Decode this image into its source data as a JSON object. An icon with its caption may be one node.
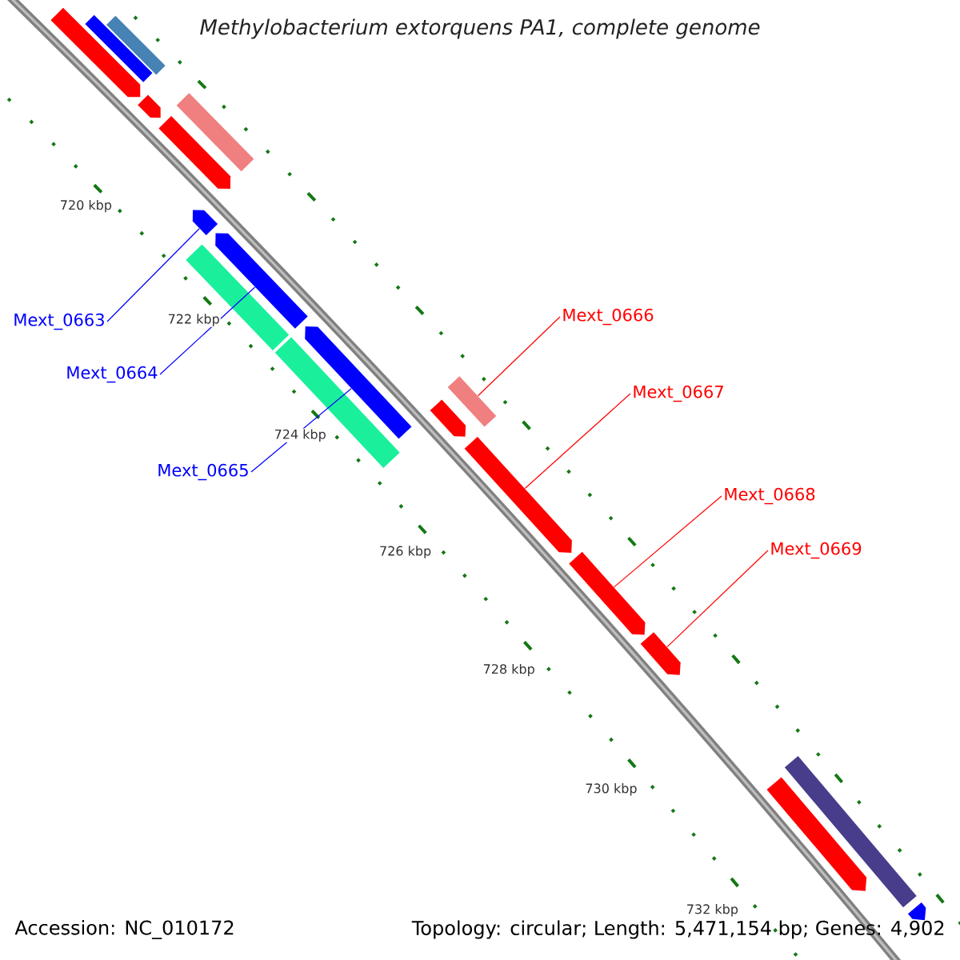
{
  "diagram": {
    "title": "Methylobacterium extorquens PA1, complete genome",
    "nodes": [
      {
        "text": [
          "Mext_0663"
        ]
      },
      {
        "text": [
          "Mext_0664"
        ]
      },
      {
        "text": [
          "Mext_0665"
        ]
      },
      {
        "text": [
          "Mext_0666"
        ]
      },
      {
        "text": [
          "Mext_0667"
        ]
      },
      {
        "text": [
          "Mext_0668"
        ]
      },
      {
        "text": [
          "Mext_0669"
        ]
      },
      {
        "text": [],
        "shape": "bar"
      },
      {
        "text": [],
        "shape": "bar"
      },
      {
        "text": [],
        "shape": "arrow"
      },
      {
        "text": [],
        "shape": "arrow"
      },
      {
        "text": [],
        "shape": "arrow"
      },
      {
        "text": [],
        "shape": "bar"
      },
      {
        "text": [],
        "shape": "arrow"
      },
      {
        "text": [],
        "shape": "bar"
      },
      {
        "text": [],
        "shape": "arrow"
      },
      {
        "text": [],
        "shape": "bar"
      },
      {
        "text": [],
        "shape": "arrow"
      },
      {
        "text": [],
        "shape": "bar"
      },
      {
        "text": [],
        "shape": "arrow"
      },
      {
        "text": [],
        "shape": "arrow"
      },
      {
        "text": [],
        "shape": "arrow"
      },
      {
        "text": [],
        "shape": "arrow"
      },
      {
        "text": [],
        "shape": "arrow"
      },
      {
        "text": [],
        "shape": "bar"
      },
      {
        "text": [],
        "shape": "arrow"
      }
    ],
    "edges": [
      {
        "from": 0,
        "to": 13,
        "arrow": "none",
        "color": "#0000ff"
      },
      {
        "from": 1,
        "to": 15,
        "arrow": "none",
        "color": "#0000ff"
      },
      {
        "from": 2,
        "to": 17,
        "arrow": "none",
        "color": "#0000ff"
      },
      {
        "from": 3,
        "to": 18,
        "arrow": "none",
        "color": "#ff0000"
      },
      {
        "from": 4,
        "to": 20,
        "arrow": "none",
        "color": "#ff0000"
      },
      {
        "from": 5,
        "to": 21,
        "arrow": "none",
        "color": "#ff0000"
      },
      {
        "from": 6,
        "to": 22,
        "arrow": "none",
        "color": "#ff0000"
      }
    ],
    "labels": [
      "720 kbp",
      "722 kbp",
      "724 kbp",
      "726 kbp",
      "728 kbp",
      "730 kbp",
      "732 kbp",
      "Accession: NC_010172",
      "Topology: circular; Length: 5,471,154 bp; Genes: 4,902"
    ]
  }
}
